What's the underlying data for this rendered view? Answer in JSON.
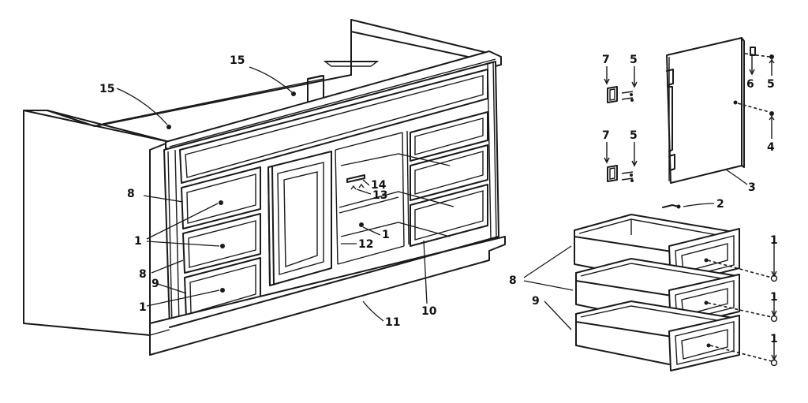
{
  "callouts": {
    "c15a": "15",
    "c15b": "15",
    "c8a": "8",
    "c1a": "1",
    "c8b": "8",
    "c9a": "9",
    "c1b": "1",
    "c11": "11",
    "c10": "10",
    "c12": "12",
    "c1c": "1",
    "c13": "13",
    "c14": "14",
    "c7a": "7",
    "c5a": "5",
    "c7b": "7",
    "c5b": "5",
    "c6": "6",
    "c5c": "5",
    "c4": "4",
    "c3": "3",
    "c2": "2",
    "c8c": "8",
    "c9b": "9",
    "c1d": "1",
    "c1e": "1",
    "c1f": "1"
  }
}
